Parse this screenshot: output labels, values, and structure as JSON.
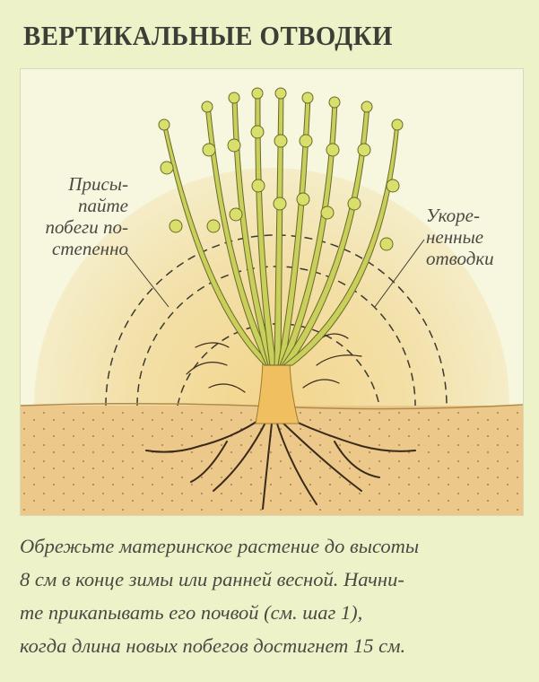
{
  "title": "ВЕРТИКАЛЬНЫЕ ОТВОДКИ",
  "illustration": {
    "label_left": "Присы-\nпайте\nпобеги по-\nстепенно",
    "label_right": "Укоре-\nненные\nотводки"
  },
  "caption": [
    "Обрежьте материнское растение до высоты",
    "8 см в конце зимы или ранней весной. Начни-",
    "те прикапывать его почвой (см. шаг 1),",
    "когда длина новых побегов достигнет 15 см."
  ],
  "colors": {
    "page": "#eef2c8",
    "soil": "#ecc98a",
    "shoot": "#c8cf5a",
    "text": "#4a4a44"
  }
}
